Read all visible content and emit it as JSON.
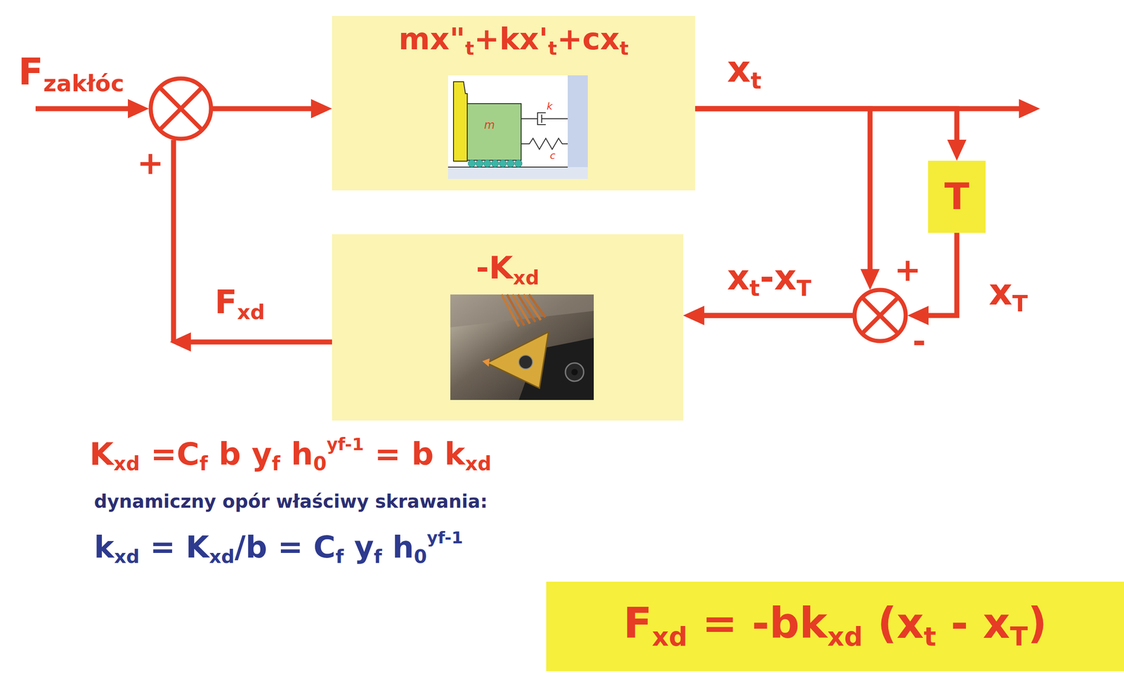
{
  "diagram": {
    "nodes": [
      {
        "text": [
          "mx\"t+kx't+cxt"
        ]
      },
      {
        "text": [
          "T"
        ]
      },
      {
        "text": [
          "-Kxd"
        ]
      },
      {
        "text": [
          "Fxd = -bkxd (xt - xT)"
        ]
      }
    ],
    "edges": [
      {
        "from": 0,
        "to": 1,
        "arrow": "to"
      },
      {
        "from": 1,
        "to": 2,
        "label": "xT",
        "arrow": "to"
      },
      {
        "from": 0,
        "to": 2,
        "label": "xt-xT",
        "arrow": "to"
      },
      {
        "from": 2,
        "to": 0,
        "label": "Fxd",
        "arrow": "to"
      }
    ],
    "labels": [
      "Fzakłóc",
      "+",
      "xt",
      "+",
      "-",
      "m",
      "k",
      "c",
      "Kxd =Cf b yf h0yf-1 = b kxd",
      "dynamiczny opór właściwy skrawania:",
      "kxd = Kxd/b = Cf yf h0yf-1"
    ]
  }
}
